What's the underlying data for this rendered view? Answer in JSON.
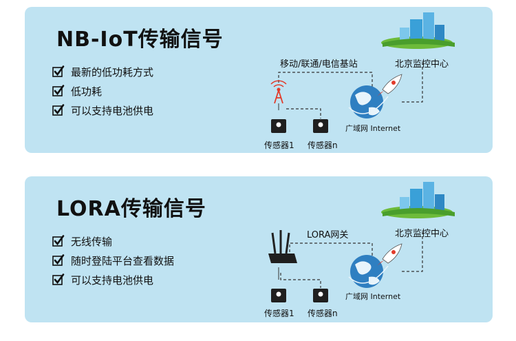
{
  "nbiot": {
    "title": "NB-IoT传输信号",
    "features": [
      "最新的低功耗方式",
      "低功耗",
      "可以支持电池供电"
    ],
    "carrier_label": "移动/联通/电信基站",
    "center_label": "北京监控中心",
    "internet_label": "广域网 Internet",
    "sensor1_label": "传感器1",
    "sensorn_label": "传感器n"
  },
  "lora": {
    "title": "LORA传输信号",
    "features": [
      "无线传输",
      "随时登陆平台查看数据",
      "可以支持电池供电"
    ],
    "gateway_label": "LORA网关",
    "center_label": "北京监控中心",
    "internet_label": "广域网 Internet",
    "sensor1_label": "传感器1",
    "sensorn_label": "传感器n"
  },
  "colors": {
    "card_bg": "#bfe3f2",
    "antenna_red": "#e23b2a",
    "globe_blue": "#2f7fc1",
    "building_blue": "#3aa0d8",
    "grass_green": "#6dbb3a"
  }
}
